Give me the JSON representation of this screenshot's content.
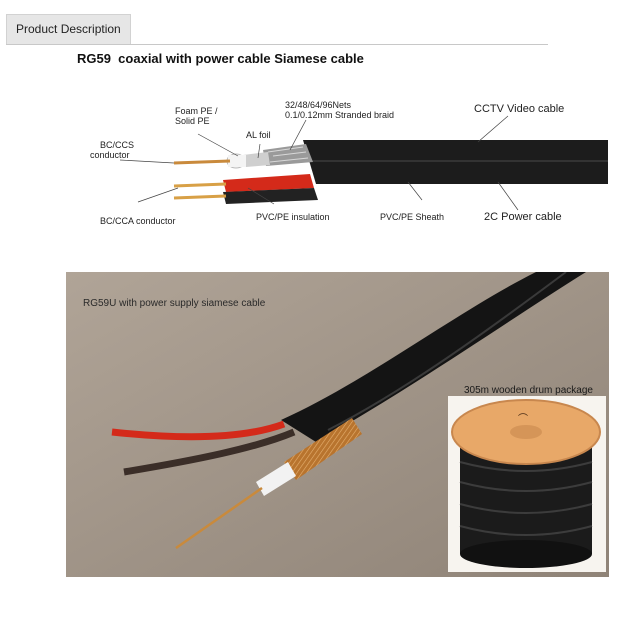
{
  "tab": {
    "label": "Product Description"
  },
  "heading": "RG59  coaxial with power cable Siamese cable",
  "diagram": {
    "labels": {
      "foam": [
        "Foam PE /",
        "Solid PE"
      ],
      "al_foil": "AL foil",
      "braid": [
        "32/48/64/96Nets",
        "0.1/0.12mm Stranded braid"
      ],
      "cctv": "CCTV Video cable",
      "bc_ccs": [
        "BC/CCS",
        "conductor"
      ],
      "bc_cca": "BC/CCA conductor",
      "pvc_ins": "PVC/PE insulation",
      "pvc_sheath": "PVC/PE Sheath",
      "power": "2C Power cable"
    }
  },
  "photo": {
    "caption": "RG59U with power supply siamese cable",
    "inset_caption": "305m wooden drum package"
  },
  "colors": {
    "tab_bg": "#e6e6e6",
    "cable_black": "#1c1c1c",
    "copper": "#c98a3c",
    "red_wire": "#d42a1a",
    "wood": "#e8a868",
    "background_photo": "#a39689"
  }
}
